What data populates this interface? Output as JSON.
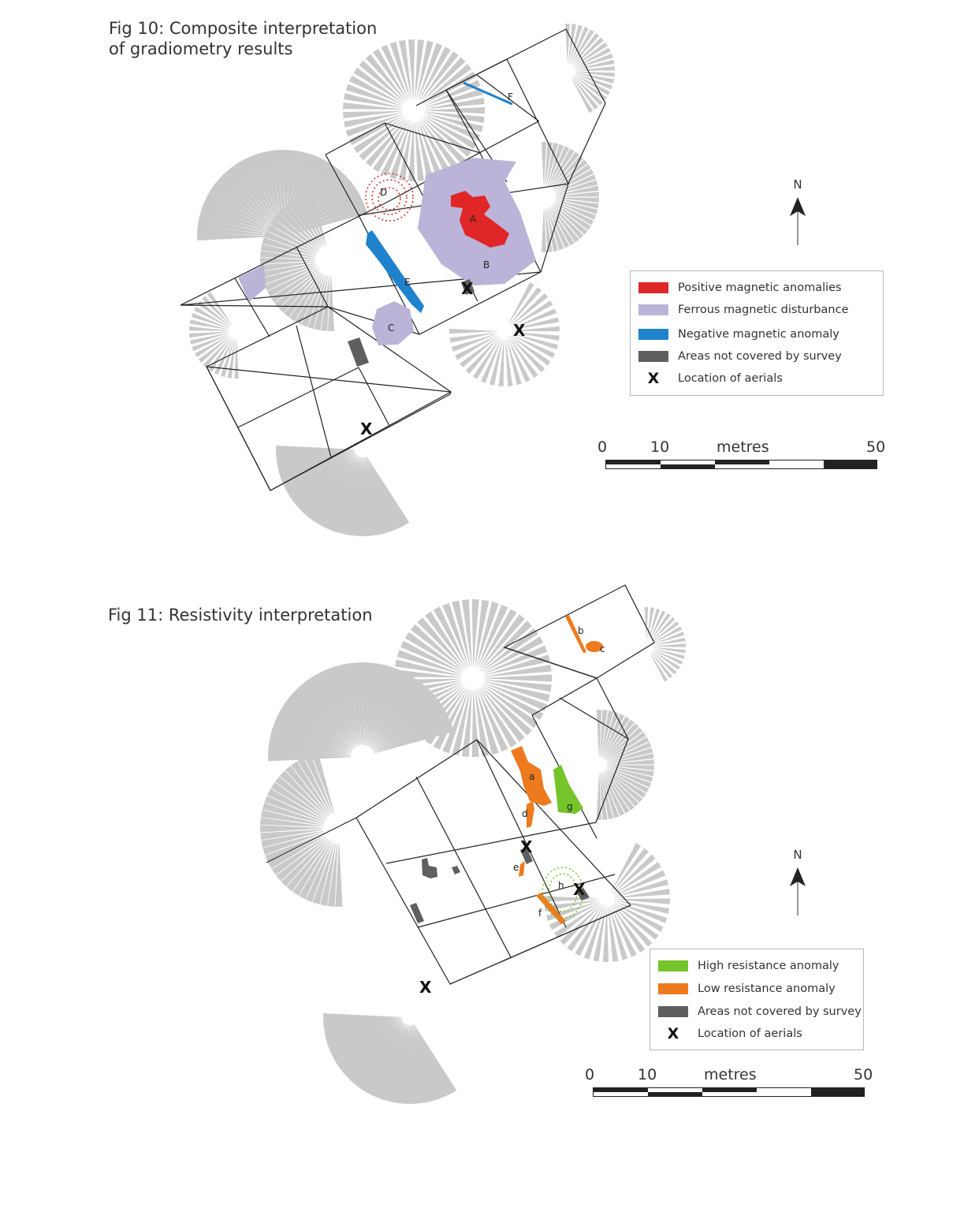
{
  "fig10": {
    "title_line1": "Fig 10: Composite interpretation",
    "title_line2": "of gradiometry results",
    "north": "N",
    "legend": [
      {
        "label": "Positive magnetic anomalies",
        "color": "#e02626",
        "kind": "swatch"
      },
      {
        "label": "Ferrous magnetic disturbance",
        "color": "#bcb3d8",
        "kind": "swatch"
      },
      {
        "label": "Negative magnetic anomaly",
        "color": "#1f82cc",
        "kind": "swatch"
      },
      {
        "label": "Areas not covered by survey",
        "color": "#5f5f5f",
        "kind": "swatch"
      },
      {
        "label": "Location of aerials",
        "symbol": "X",
        "kind": "symbol"
      }
    ],
    "scale": {
      "labels": [
        "0",
        "10",
        "metres",
        "50"
      ]
    },
    "anomaly_labels": [
      "A",
      "B",
      "C",
      "D",
      "E",
      "F"
    ],
    "aerial_marker": "X"
  },
  "fig11": {
    "title": "Fig 11: Resistivity interpretation",
    "north": "N",
    "legend": [
      {
        "label": "High resistance anomaly",
        "color": "#74c42a",
        "kind": "swatch"
      },
      {
        "label": "Low resistance anomaly",
        "color": "#ee7a1f",
        "kind": "swatch"
      },
      {
        "label": "Areas not covered by survey",
        "color": "#5f5f5f",
        "kind": "swatch"
      },
      {
        "label": "Location of aerials",
        "symbol": "X",
        "kind": "symbol"
      }
    ],
    "scale": {
      "labels": [
        "0",
        "10",
        "metres",
        "50"
      ]
    },
    "anomaly_labels": [
      "a",
      "b",
      "c",
      "d",
      "e",
      "f",
      "g",
      "h"
    ],
    "aerial_marker": "X"
  },
  "colors": {
    "tree_hatch": "#c9c9c9",
    "grid_line": "#222222"
  }
}
